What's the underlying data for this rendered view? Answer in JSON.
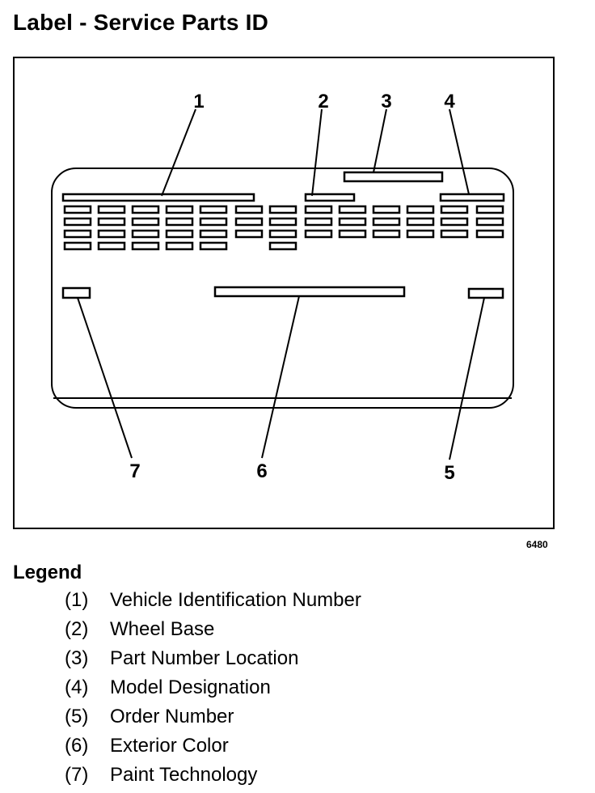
{
  "title": "Label - Service Parts ID",
  "figure_id": "6480",
  "callouts": [
    {
      "num": "1"
    },
    {
      "num": "2"
    },
    {
      "num": "3"
    },
    {
      "num": "4"
    },
    {
      "num": "5"
    },
    {
      "num": "6"
    },
    {
      "num": "7"
    }
  ],
  "legend": {
    "heading": "Legend",
    "items": [
      {
        "num": "(1)",
        "text": "Vehicle Identification Number"
      },
      {
        "num": "(2)",
        "text": "Wheel Base"
      },
      {
        "num": "(3)",
        "text": "Part Number Location"
      },
      {
        "num": "(4)",
        "text": "Model Designation"
      },
      {
        "num": "(5)",
        "text": "Order Number"
      },
      {
        "num": "(6)",
        "text": "Exterior Color"
      },
      {
        "num": "(7)",
        "text": "Paint Technology"
      }
    ]
  }
}
